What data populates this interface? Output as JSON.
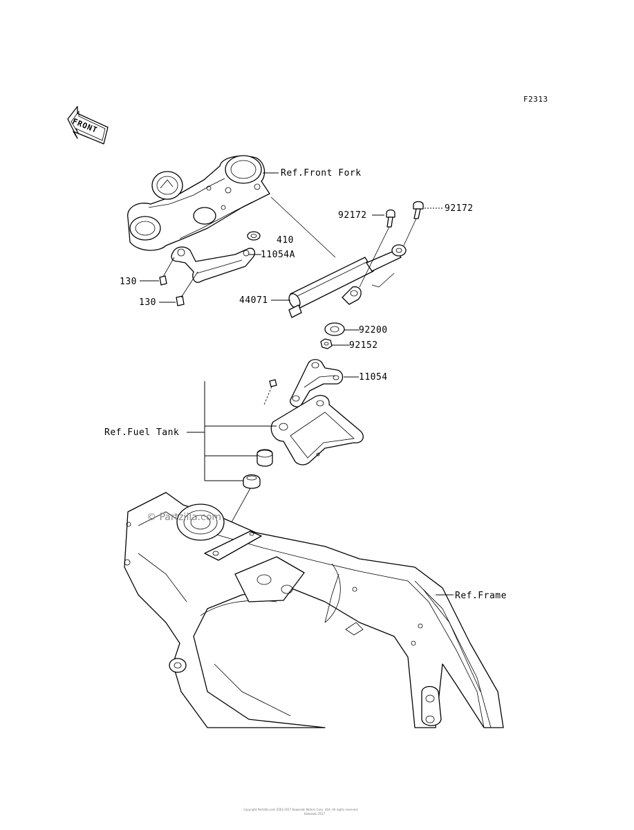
{
  "diagram_code": "F2313",
  "front_arrow": {
    "text": "FRONT",
    "icon": "front-direction-arrow-icon"
  },
  "watermark": "© Partzilla.com",
  "labels": {
    "ref_front_fork": "Ref.Front Fork",
    "part_92172_a": "92172",
    "part_92172_b": "92172",
    "part_410": "410",
    "part_11054a": "11054A",
    "part_130_a": "130",
    "part_130_b": "130",
    "part_44071": "44071",
    "part_92200": "92200",
    "part_92152": "92152",
    "part_11054": "11054",
    "ref_fuel_tank": "Ref.Fuel Tank",
    "ref_frame": "Ref.Frame"
  },
  "copyright": {
    "line1": "Copyright Partzilla.com 2002-2017 Kawasaki Motors Corp. USA. All rights reserved.",
    "line2": "Kawasaki 2017"
  }
}
